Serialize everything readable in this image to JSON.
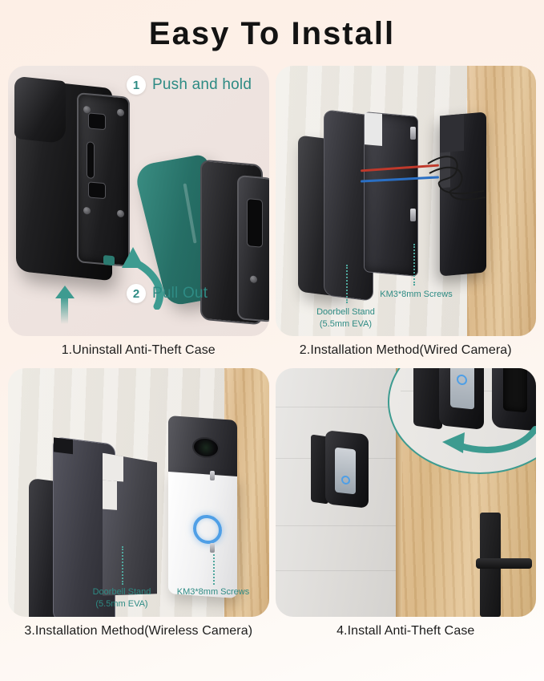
{
  "header": {
    "title": "Easy To Install"
  },
  "colors": {
    "accent_teal": "#2e8b84",
    "arrow_teal": "#3d9b90",
    "title_black": "#131313",
    "background_start": "#fdefe6",
    "background_end": "#fffdfb",
    "led_ring_blue": "#4f9fe6",
    "teal_case": "#266f66"
  },
  "panels": [
    {
      "id": "panel-1",
      "caption": "1.Uninstall Anti-Theft Case",
      "steps": [
        {
          "number": "1",
          "label": "Push and hold"
        },
        {
          "number": "2",
          "label": "Pull Out"
        }
      ],
      "annotations": []
    },
    {
      "id": "panel-2",
      "caption": "2.Installation Method(Wired Camera)",
      "steps": [],
      "annotations": [
        {
          "line1": "KM3*8mm Screws",
          "line2": ""
        },
        {
          "line1": "Doorbell Stand",
          "line2": "(5.5mm EVA)"
        }
      ]
    },
    {
      "id": "panel-3",
      "caption": "3.Installation Method(Wireless Camera)",
      "steps": [],
      "annotations": [
        {
          "line1": "Doorbell Stand",
          "line2": "(5.5mm EVA)"
        },
        {
          "line1": "KM3*8mm Screws",
          "line2": ""
        }
      ]
    },
    {
      "id": "panel-4",
      "caption": "4.Install Anti-Theft Case",
      "steps": [],
      "annotations": []
    }
  ]
}
